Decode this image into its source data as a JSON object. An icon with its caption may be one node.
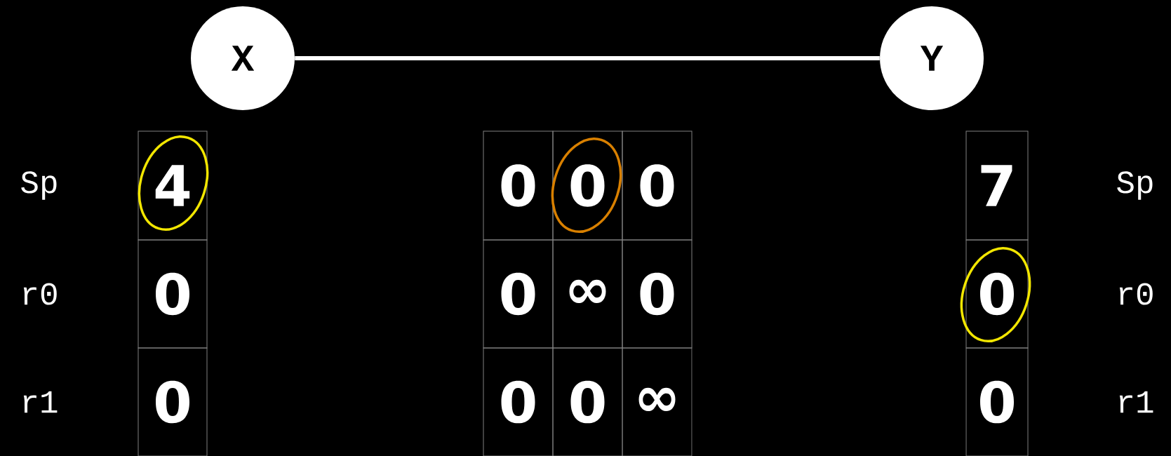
{
  "diagram": {
    "nodes": [
      {
        "text": [
          "X"
        ]
      },
      {
        "text": [
          "Y"
        ]
      }
    ],
    "edges": [
      {
        "from": 0,
        "to": 1,
        "arrow": "none"
      }
    ],
    "labels": [
      "Sp",
      "4",
      "0",
      "0",
      "0",
      "7",
      "Sp",
      "r0",
      "0",
      "0",
      "∞",
      "0",
      "0",
      "r0",
      "r1",
      "0",
      "0",
      "0",
      "∞",
      "0",
      "r1"
    ]
  }
}
